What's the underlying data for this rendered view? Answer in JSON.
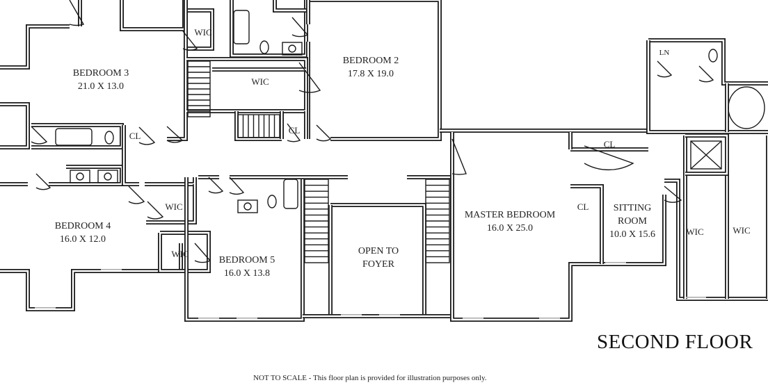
{
  "plan": {
    "title": "SECOND FLOOR",
    "disclaimer": "NOT TO SCALE - This floor plan is provided for illustration purposes only.",
    "rooms": {
      "bedroom3": {
        "name": "BEDROOM 3",
        "size": "21.0 X 13.0"
      },
      "bedroom2": {
        "name": "BEDROOM 2",
        "size": "17.8 X 19.0"
      },
      "bedroom4": {
        "name": "BEDROOM 4",
        "size": "16.0 X 12.0"
      },
      "bedroom5": {
        "name": "BEDROOM 5",
        "size": "16.0 X 13.8"
      },
      "foyer": {
        "name": "OPEN TO",
        "name2": "FOYER"
      },
      "master": {
        "name": "MASTER BEDROOM",
        "size": "16.0 X 25.0"
      },
      "sitting": {
        "name": "SITTING",
        "name2": "ROOM",
        "size": "10.0 X 15.6"
      }
    },
    "closets": {
      "wic_top": "WIC",
      "wic_mid": "WIC",
      "cl_stairs": "CL",
      "cl_bed3": "CL",
      "wic_b4a": "WIC",
      "wic_b4b": "WIC",
      "cl_master": "CL",
      "cl_sitting": "CL",
      "ln": "LN",
      "wic_r1": "WIC",
      "wic_r2": "WIC"
    }
  }
}
